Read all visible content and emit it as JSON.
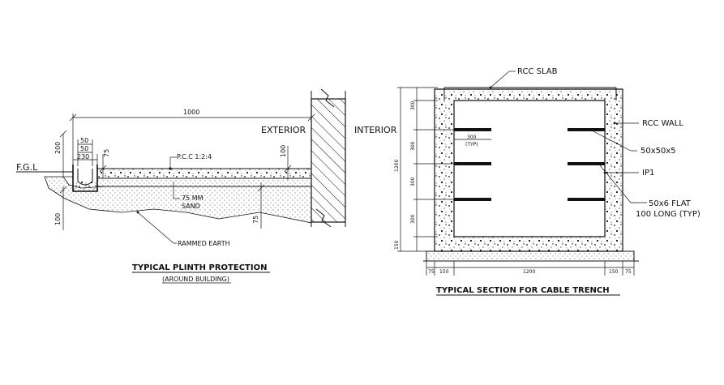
{
  "plinth": {
    "dim_total": "1000",
    "dim_200": "200",
    "dim_50a": "50",
    "dim_50b": "50",
    "dim_230": "230",
    "dim_75_top": "75",
    "dim_100_right": "100",
    "dim_100_bottom": "100",
    "dim_75_bottom": "75",
    "fgl": "F.G.L",
    "pcc": "P.C.C 1:2:4",
    "sand_line1": "75 MM",
    "sand_line2": "SAND",
    "rammed": "RAMMED EARTH",
    "exterior": "EXTERIOR",
    "interior": "INTERIOR",
    "title": "TYPICAL PLINTH PROTECTION",
    "subtitle": "(AROUND BUILDING)"
  },
  "trench": {
    "rcc_slab": "RCC SLAB",
    "rcc_wall": "RCC WALL",
    "angle": "50x50x5",
    "ip1": "IP1",
    "flat_line1": "50x6 FLAT",
    "flat_line2": "100 LONG (TYP)",
    "dim_left_total": "1200",
    "dim_left_top": "300",
    "dim_left_2": "300",
    "dim_left_3": "300",
    "dim_left_4": "300",
    "dim_left_bottom": "150",
    "dim_300_typ": "300",
    "typ_label": "(TYP)",
    "bottom_75a": "75",
    "bottom_150a": "150",
    "bottom_1200": "1200",
    "bottom_150b": "150",
    "bottom_75b": "75",
    "title": "TYPICAL SECTION FOR CABLE TRENCH"
  },
  "colors": {
    "line": "#111111",
    "background": "#ffffff"
  }
}
